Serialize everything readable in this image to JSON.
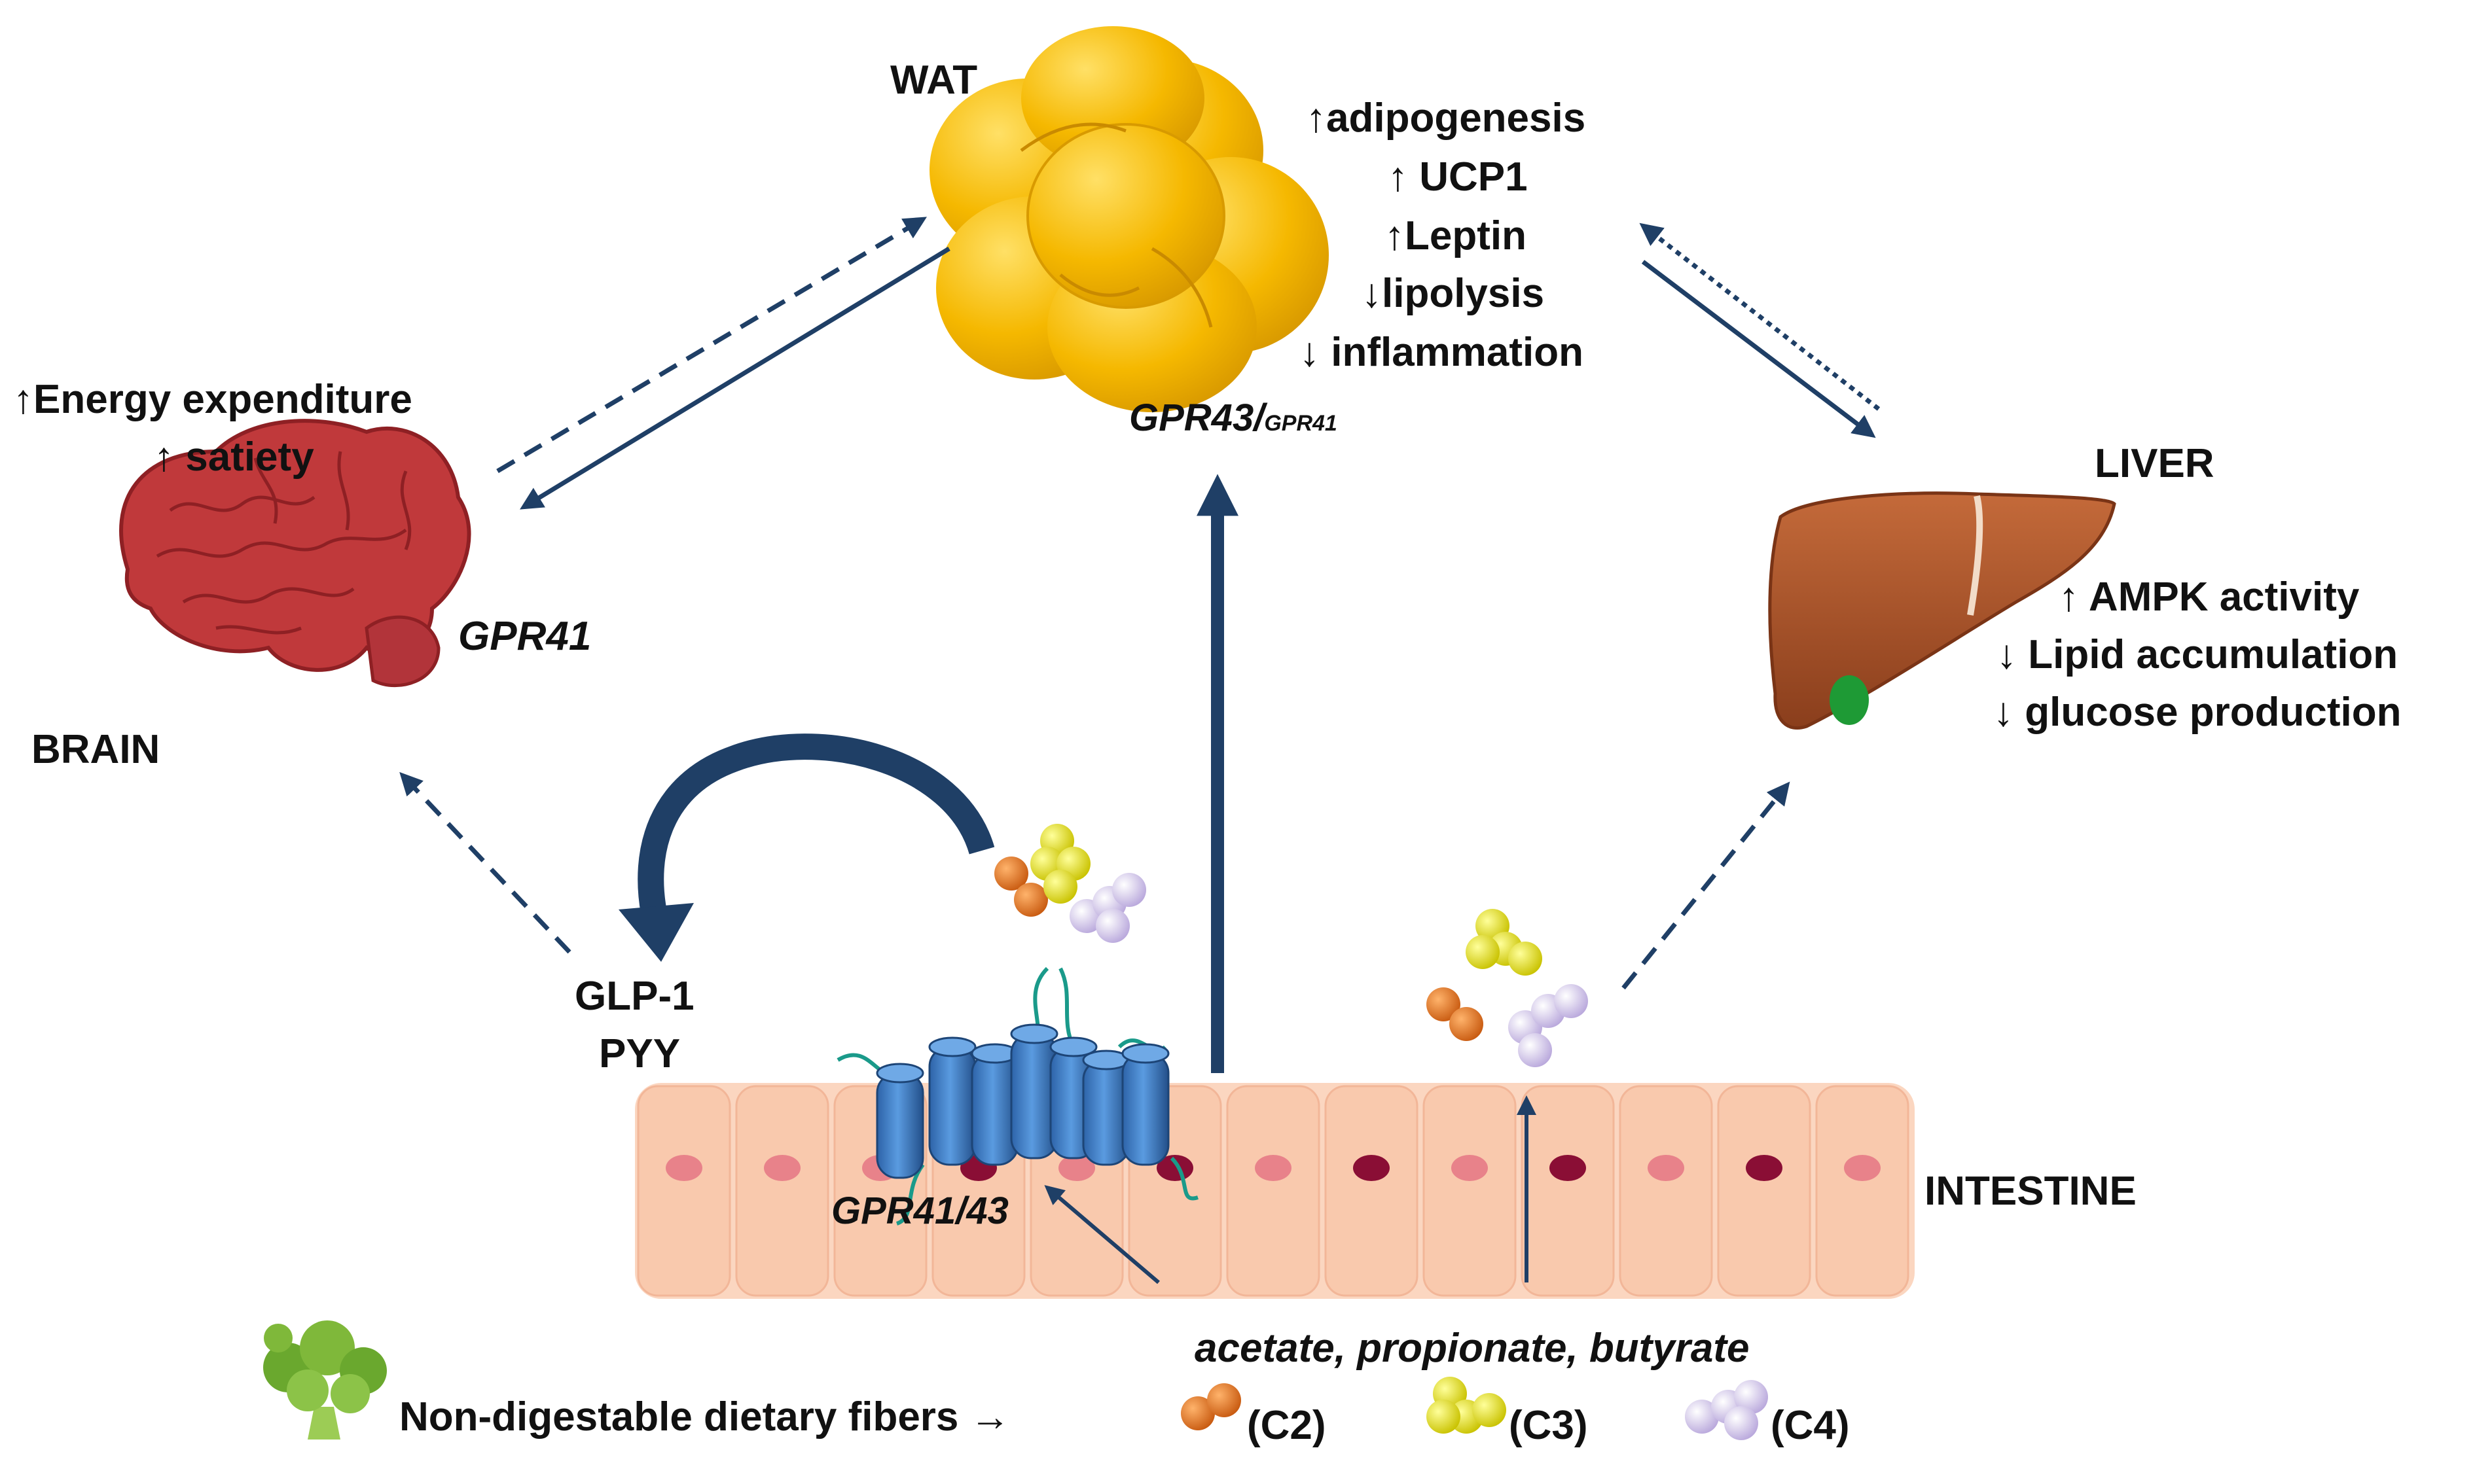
{
  "labels": {
    "wat": "WAT",
    "liver": "LIVER",
    "brain": "BRAIN",
    "intestine": "INTESTINE",
    "glp1": "GLP-1",
    "pyy": "PYY"
  },
  "wat_effects": [
    "↑adipogenesis",
    "↑ UCP1",
    "↑Leptin",
    "↓lipolysis",
    "↓ inflammation"
  ],
  "wat_receptor_main": "GPR43/",
  "wat_receptor_small": "GPR41",
  "brain_effects": [
    "↑Energy expenditure",
    "↑ satiety"
  ],
  "brain_receptor": "GPR41",
  "liver_effects": [
    "↑ AMPK activity",
    "↓ Lipid accumulation",
    "↓ glucose production"
  ],
  "intestine_receptor": "GPR41/43",
  "scfa_names": "acetate, propionate, butyrate",
  "legend": {
    "fibers": "Non-digestable dietary fibers →",
    "c2": "(C2)",
    "c3": "(C3)",
    "c4": "(C4)"
  },
  "colors": {
    "arrow": "#1f3f66",
    "wat": "#f5b800",
    "liver": "#a8522a",
    "brain": "#c0393b",
    "intestine": "#fbd6c0",
    "receptor": "#3f7fc8",
    "c2": "#e0701e",
    "c3": "#e6e600",
    "c4": "#d6c8ee",
    "broccoli": "#7fb83a"
  }
}
